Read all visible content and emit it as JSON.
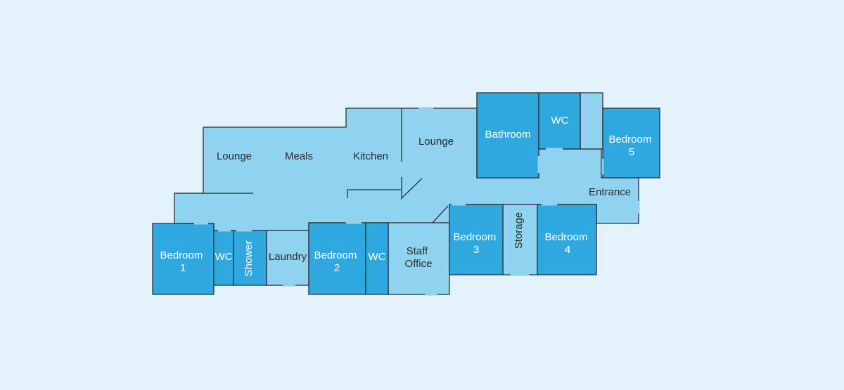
{
  "colors": {
    "background": "#e4f2fb",
    "common_area": "#8fd3f1",
    "private_room": "#2fa8df",
    "wall": "#2a2f36",
    "text_common": "#2b2b2b",
    "text_private": "#ffffff"
  },
  "rooms": {
    "lounge_west": "Lounge",
    "meals": "Meals",
    "kitchen": "Kitchen",
    "lounge_east": "Lounge",
    "bathroom": "Bathroom",
    "wc_north": "WC",
    "bedroom5": [
      "Bedroom",
      "5"
    ],
    "entrance": "Entrance",
    "bedroom1": [
      "Bedroom",
      "1"
    ],
    "wc_west": "WC",
    "shower": "Shower",
    "laundry": "Laundry",
    "bedroom2": [
      "Bedroom",
      "2"
    ],
    "wc_mid": "WC",
    "staff_office": [
      "Staff",
      "Office"
    ],
    "bedroom3": [
      "Bedroom",
      "3"
    ],
    "storage": "Storage",
    "bedroom4": [
      "Bedroom",
      "4"
    ]
  }
}
